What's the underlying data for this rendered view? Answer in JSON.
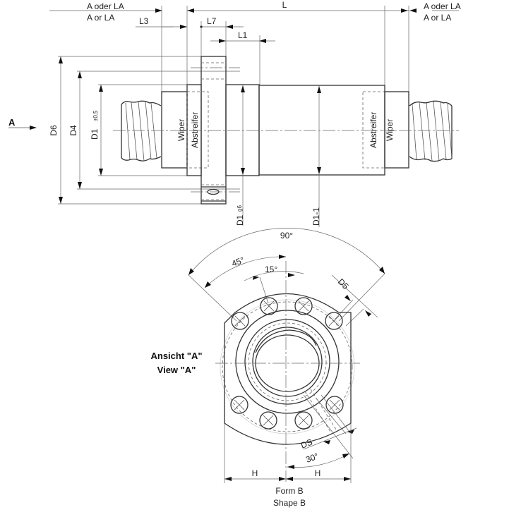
{
  "drawing": {
    "title": "Ball screw nut with flange - dimension drawing",
    "side_view": {
      "dimension_labels": {
        "a_oder_la_left": "A oder LA",
        "a_or_la_left": "A or LA",
        "a_oder_la_right": "A oder LA",
        "a_or_la_right": "A or LA",
        "L": "L",
        "L3": "L3",
        "L7": "L7",
        "L1": "L1",
        "D6": "D6",
        "D4": "D4",
        "D1_main": "D1",
        "D1_tol": "±0,5",
        "D1_g6_main": "D1",
        "D1_g6_tol": "g6",
        "D1_1": "D1-1"
      },
      "view_arrow_label": "A",
      "seal_labels": {
        "wiper_left": "Wiper",
        "abstreifer_left": "Abstreifer",
        "abstreifer_right": "Abstreifer",
        "wiper_right": "Wiper"
      }
    },
    "end_view": {
      "view_label_de": "Ansicht \"A\"",
      "view_label_en": "View \"A\"",
      "angle_labels": {
        "a90": "90°",
        "a45": "45°",
        "a15": "15°",
        "a30": "30°"
      },
      "dimension_labels": {
        "D5": "D5",
        "DS": "DS",
        "H_left": "H",
        "H_right": "H"
      },
      "shape_label_de": "Form B",
      "shape_label_en": "Shape B"
    }
  }
}
